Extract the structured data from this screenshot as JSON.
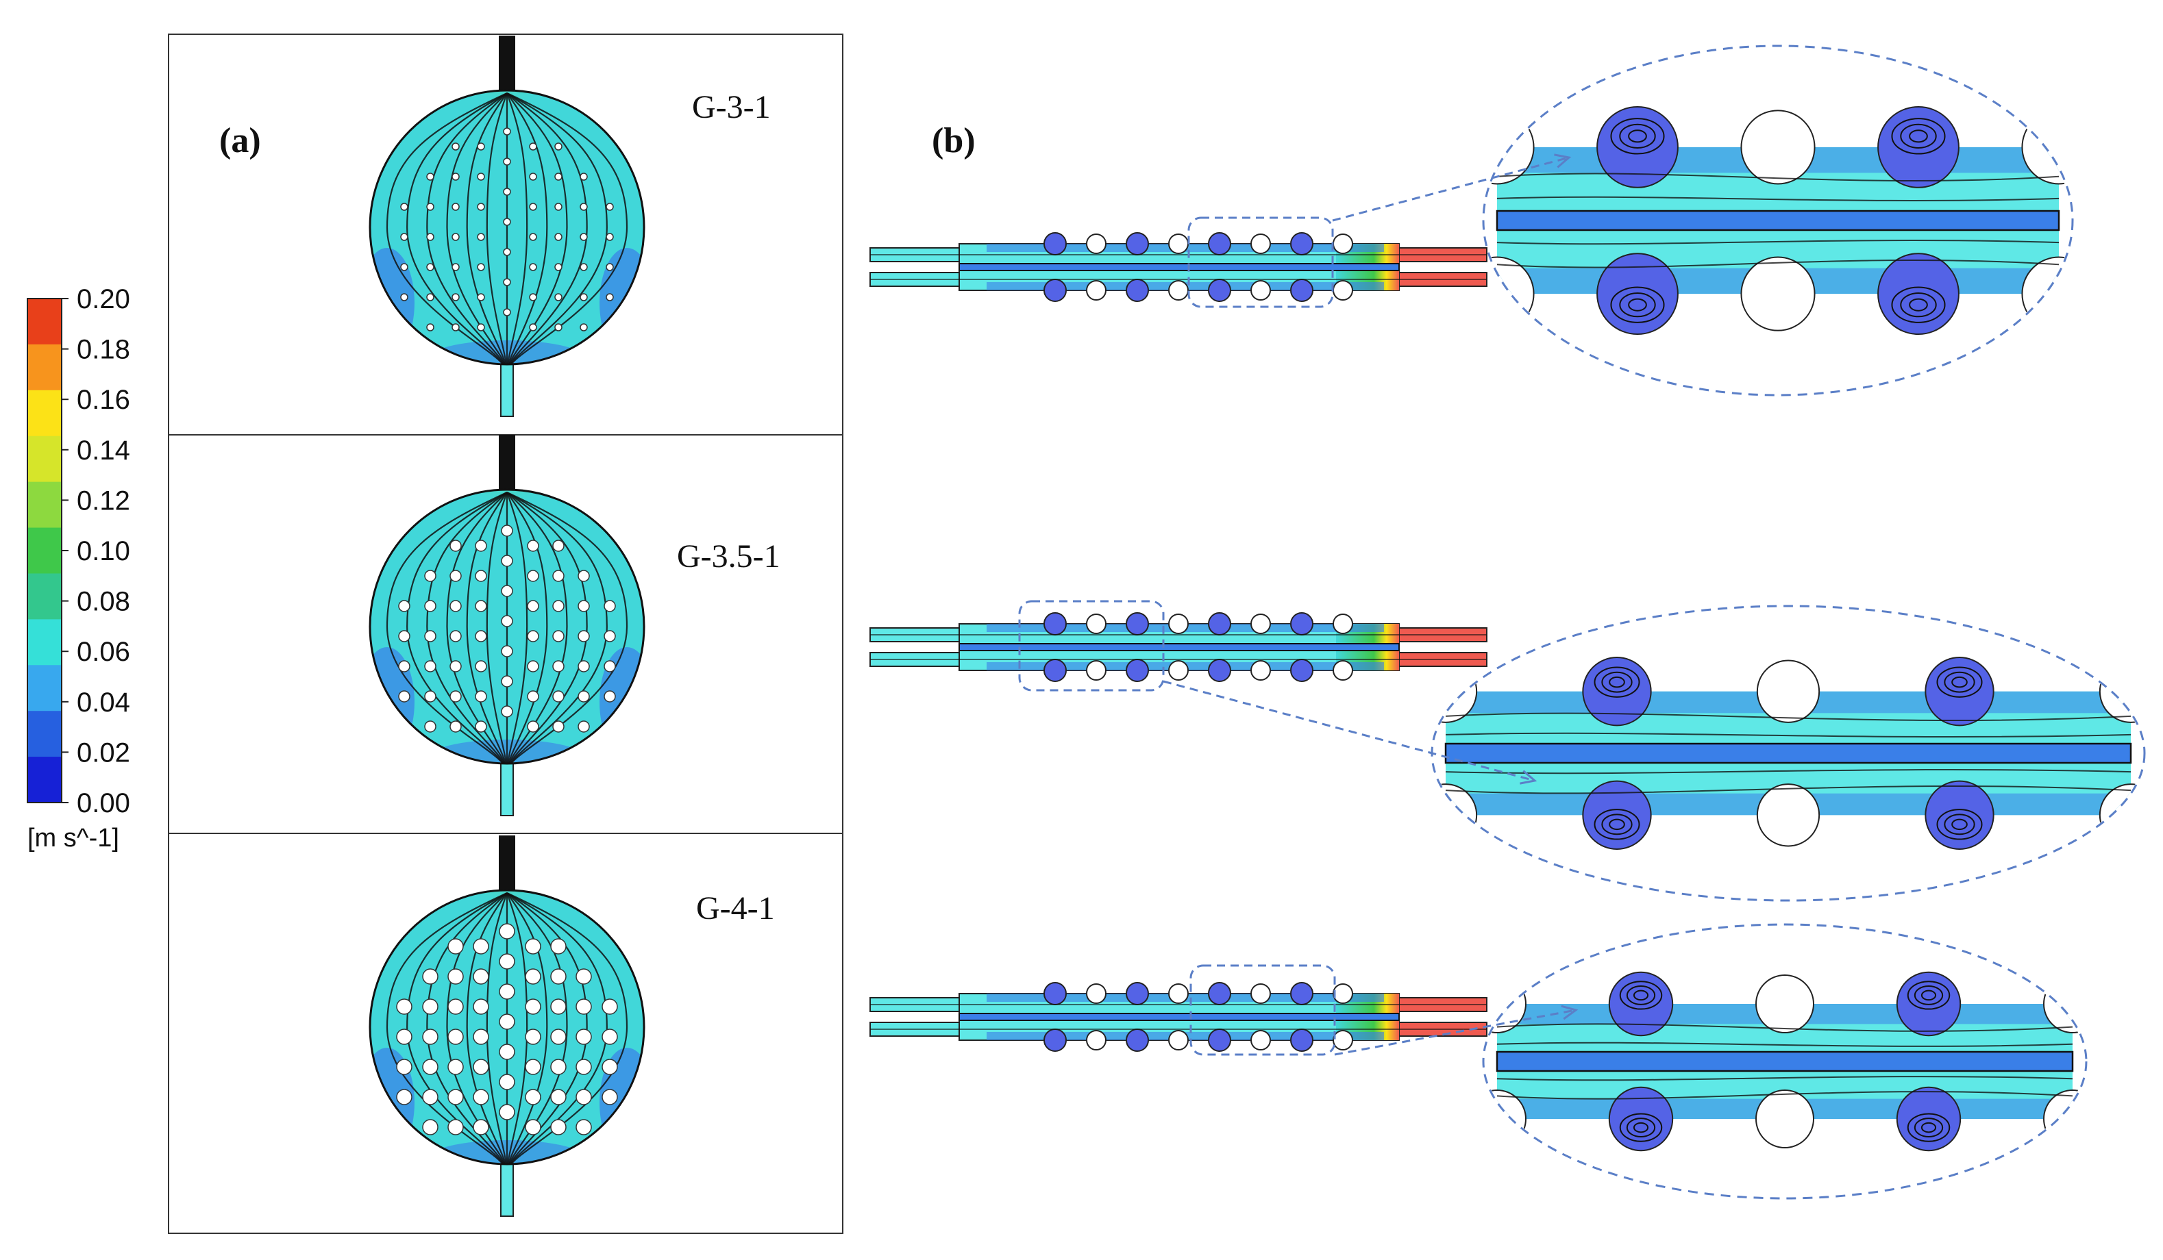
{
  "panel_a": {
    "label": "(a)",
    "cases": [
      {
        "name": "G-3-1",
        "hole_size": "small"
      },
      {
        "name": "G-3.5-1",
        "hole_size": "medium"
      },
      {
        "name": "G-4-1",
        "hole_size": "large"
      }
    ]
  },
  "panel_b": {
    "label": "(b)"
  },
  "colorbar": {
    "ticks": [
      "0.20",
      "0.18",
      "0.16",
      "0.14",
      "0.12",
      "0.10",
      "0.08",
      "0.06",
      "0.04",
      "0.02",
      "0.00"
    ],
    "unit": "[m s^-1]",
    "colors": [
      "#e8401a",
      "#f7941d",
      "#fce217",
      "#d6e52a",
      "#8dd93f",
      "#3fc84a",
      "#33c78d",
      "#35e0d8",
      "#38a8ee",
      "#2660e0",
      "#1621d6"
    ]
  },
  "colors": {
    "cyan_field": "#41d7d9",
    "light_cyan": "#5fe8e6",
    "slow_blue": "#3a7fe8",
    "vortex_blue": "#5463e6",
    "outlet_red": "#ef5a50",
    "inlet_dark": "#111111",
    "frame": "#333333",
    "dash": "#5b7fc7"
  }
}
